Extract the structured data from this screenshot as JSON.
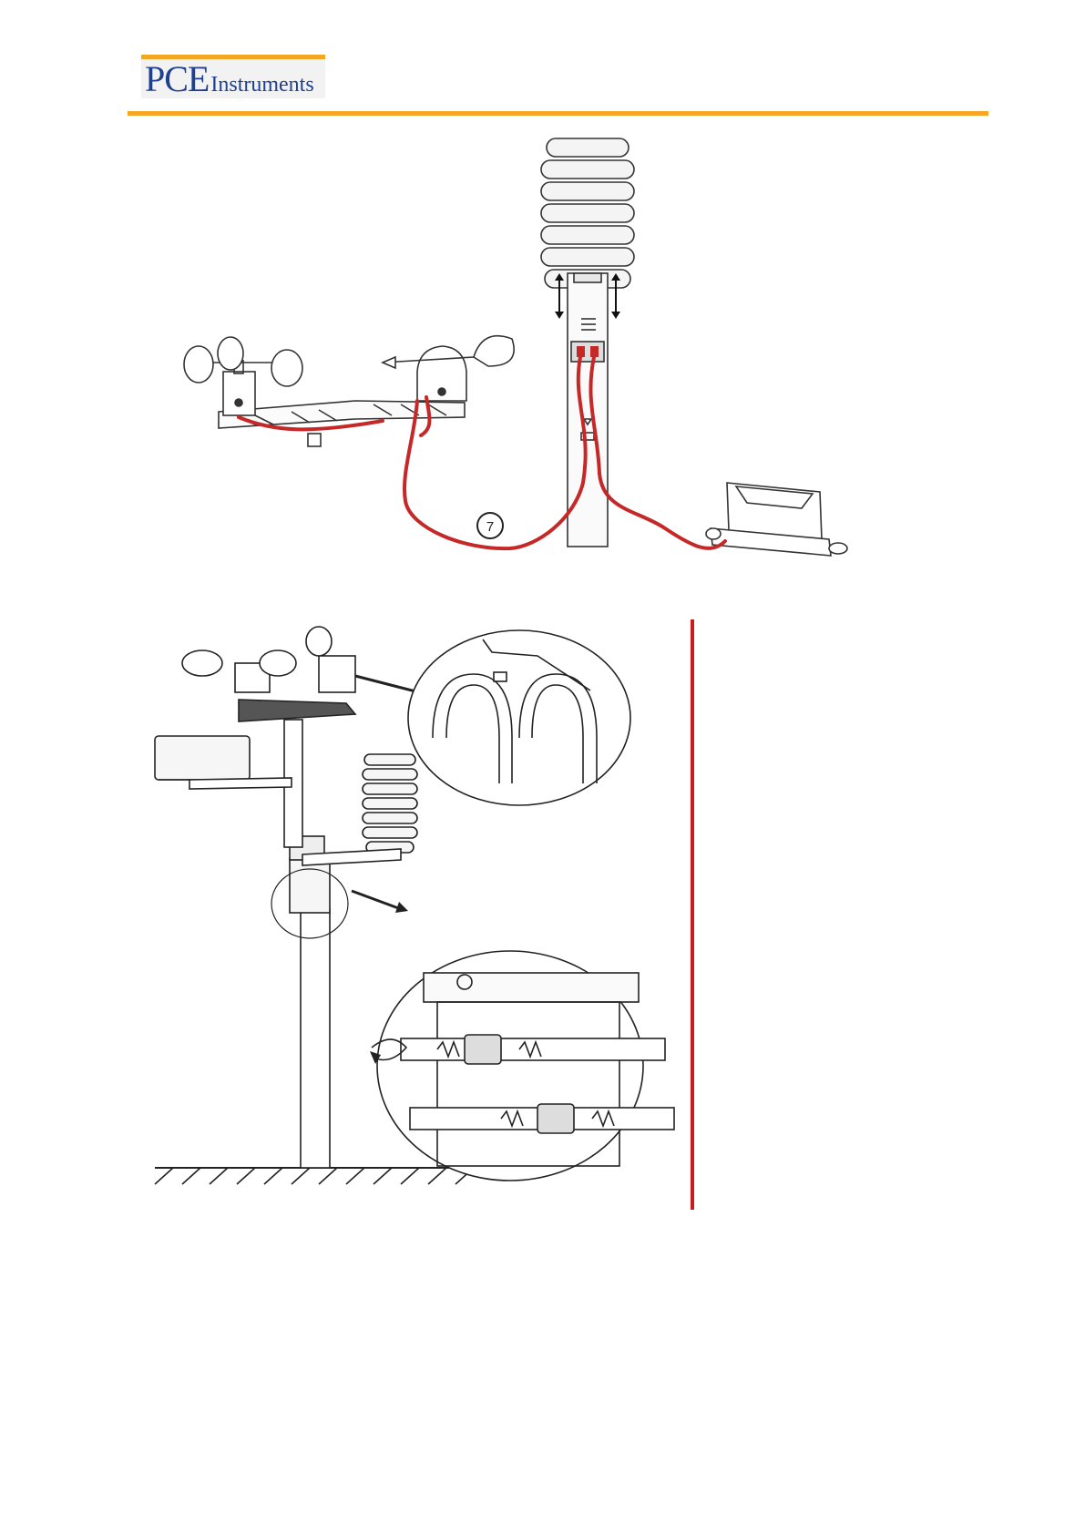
{
  "header": {
    "logo_main": "PCE",
    "logo_sub": "Instruments",
    "brand_color": "#1f3f8f",
    "accent_color": "#f5a623"
  },
  "figure_top": {
    "step_number": "7",
    "cable_color": "#c62828"
  },
  "figure_bottom": {
    "divider_color": "#cc1b1b"
  }
}
